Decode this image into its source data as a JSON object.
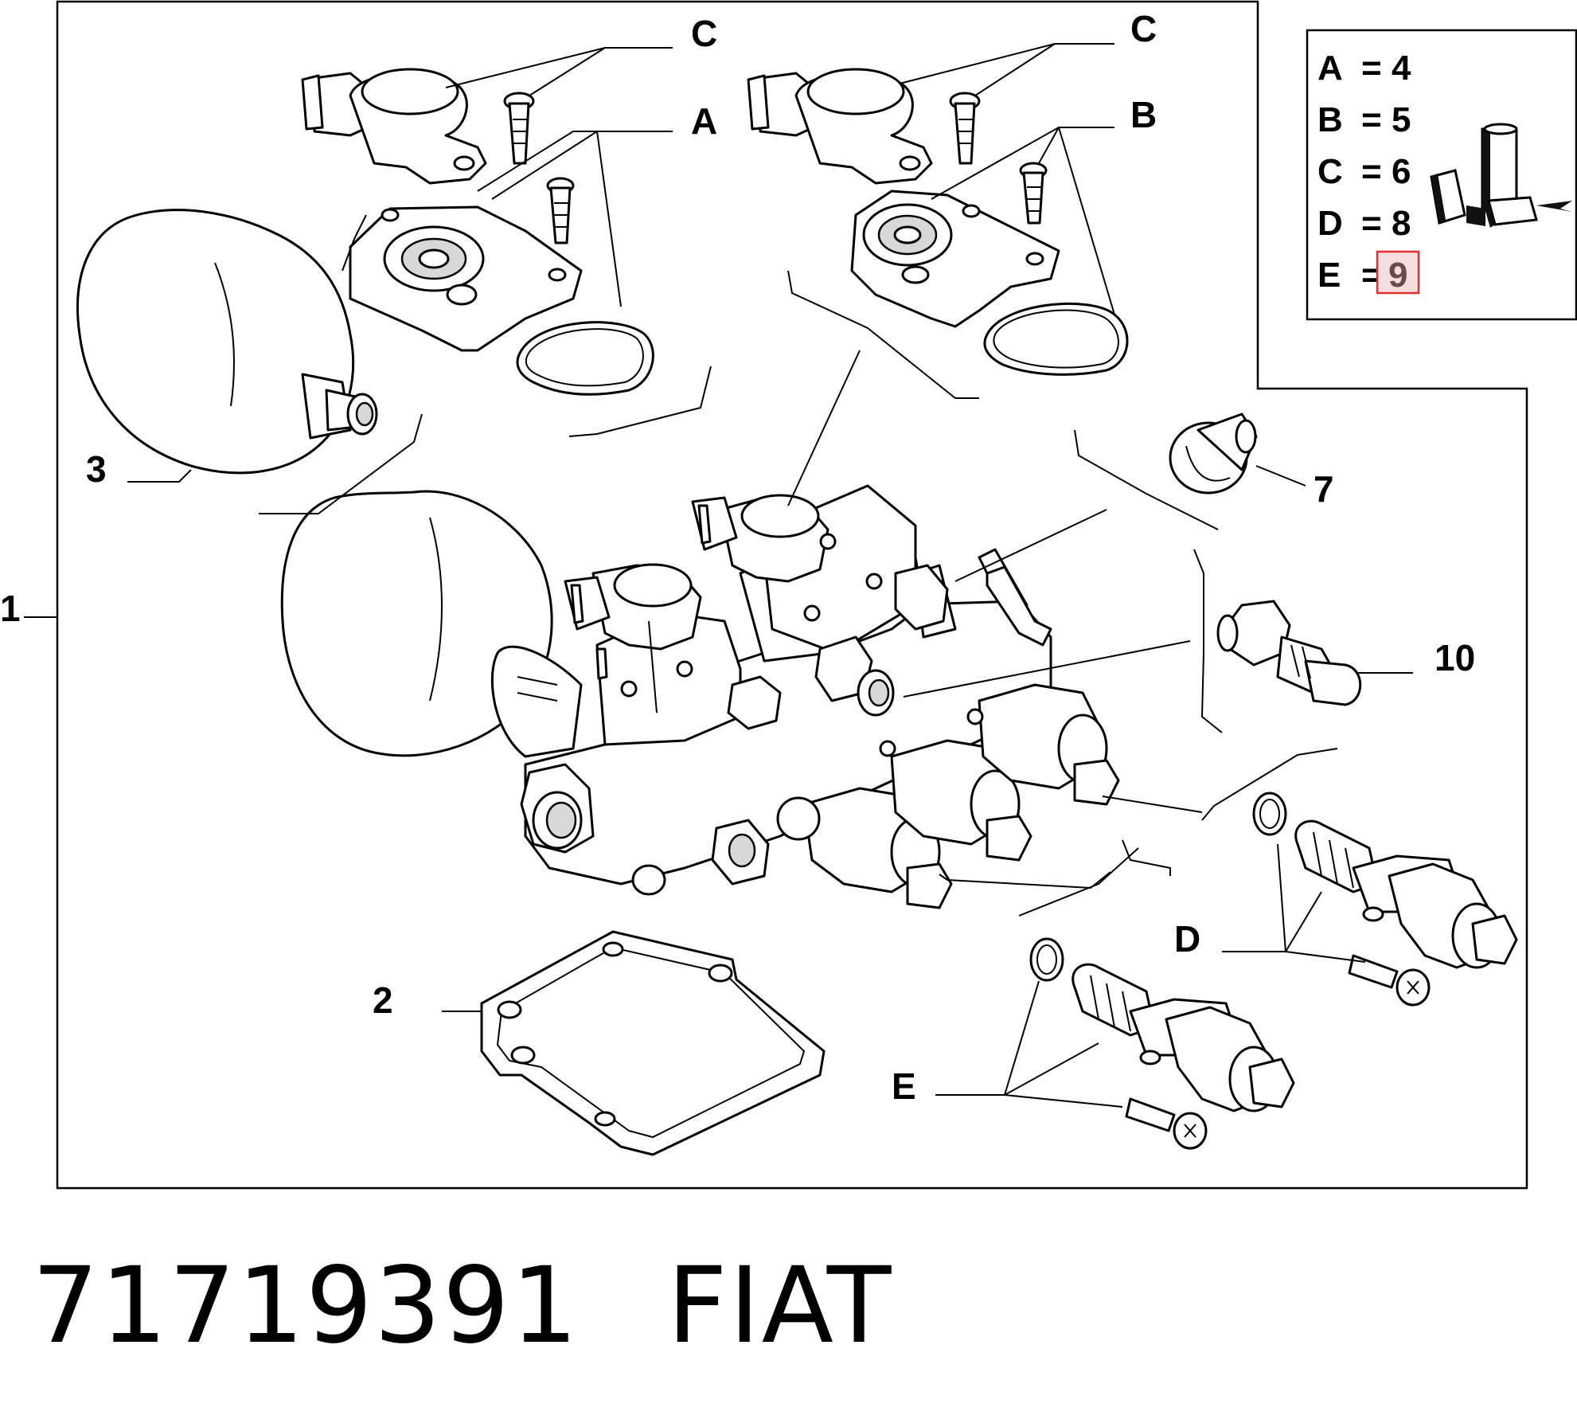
{
  "callouts": {
    "c1": "C",
    "c2": "C",
    "a": "A",
    "b": "B",
    "d": "D",
    "e": "E",
    "n1": "1",
    "n2": "2",
    "n3": "3",
    "n7": "7",
    "n10": "10"
  },
  "legend": {
    "rows": [
      {
        "key": "A",
        "eq": "=",
        "value": "4"
      },
      {
        "key": "B",
        "eq": "=",
        "value": "5"
      },
      {
        "key": "C",
        "eq": "=",
        "value": "6"
      },
      {
        "key": "D",
        "eq": "=",
        "value": "8"
      },
      {
        "key": "E",
        "eq": "=",
        "value": "9"
      }
    ],
    "highlight_color": "#e03030",
    "highlight_fill": "#f6dede"
  },
  "footer": {
    "part_number": "71719391",
    "brand": "FIAT"
  }
}
